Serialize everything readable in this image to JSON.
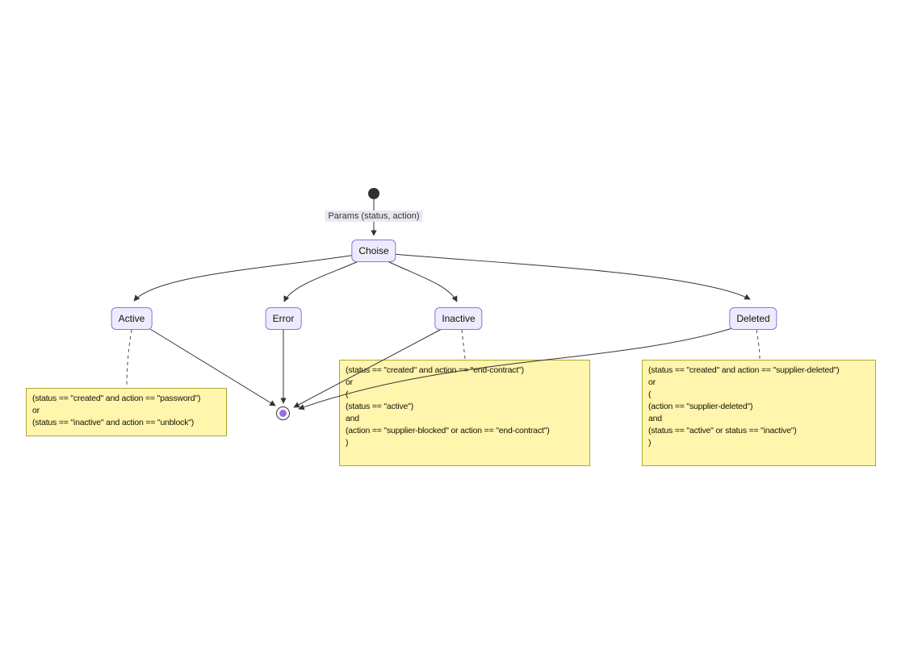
{
  "diagram": {
    "type": "state-diagram",
    "start_edge_label": "Params (status, action)",
    "nodes": {
      "choise": {
        "label": "Choise"
      },
      "active": {
        "label": "Active"
      },
      "error": {
        "label": "Error"
      },
      "inactive": {
        "label": "Inactive"
      },
      "deleted": {
        "label": "Deleted"
      }
    },
    "notes": {
      "active": {
        "text": "(status == \"created\" and action == \"password\")\nor\n(status == \"inactive\" and action == \"unblock\")"
      },
      "inactive": {
        "text": "(status == \"created\" and action == \"end-contract\")\nor\n(\n(status == \"active\")\nand\n(action == \"supplier-blocked\" or action == \"end-contract\")\n)"
      },
      "deleted": {
        "text": "(status == \"created\" and action == \"supplier-deleted\")\nor\n(\n(action == \"supplier-deleted\")\nand\n(status == \"active\" or status == \"inactive\")\n)"
      }
    },
    "colors": {
      "node_fill": "#ECECFF",
      "node_border": "#9370DB",
      "note_fill": "#FFF5AD",
      "note_border": "#AAAA33",
      "edge": "#333333",
      "edge_label_bg": "#E8E8F2",
      "start_fill": "#2F2F2F",
      "end_inner": "#9370DB"
    }
  }
}
